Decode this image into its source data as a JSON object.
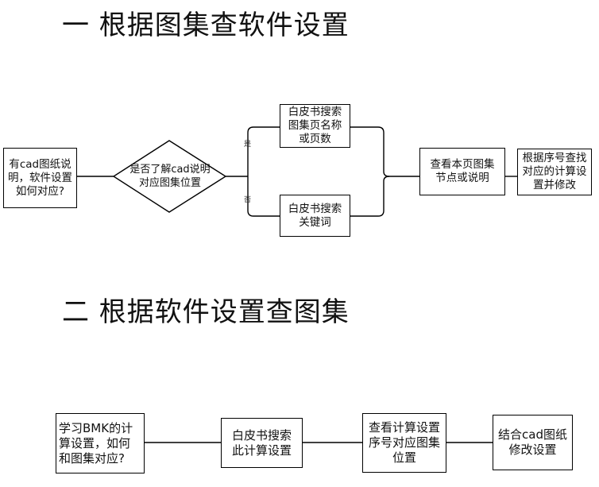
{
  "section1": {
    "title": "一 根据图集查软件设置",
    "start": "有cad图纸说\n明，软件设置\n如何对应?",
    "decision": "是否了解cad说明\n对应图集位置",
    "yes_label": "是",
    "no_label": "否",
    "yes_box": "白皮书搜索\n图集页名称\n或页数",
    "no_box": "白皮书搜索\n关键词",
    "merge_box": "查看本页图集\n节点或说明",
    "end_box": "根据序号查找\n对应的计算设\n置并修改"
  },
  "section2": {
    "title": "二 根据软件设置查图集",
    "step1": "学习BMK的计\n算设置，如何\n和图集对应?",
    "step2": "白皮书搜索\n此计算设置",
    "step3": "查看计算设置\n序号对应图集\n位置",
    "step4": "结合cad图纸\n修改设置"
  }
}
